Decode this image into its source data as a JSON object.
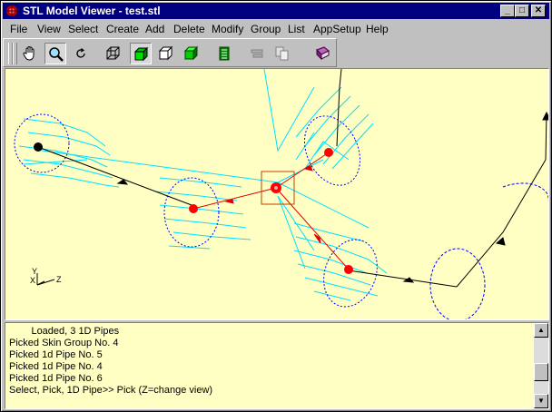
{
  "window": {
    "title": "STL Model Viewer - test.stl",
    "controls": {
      "minimize": "_",
      "maximize": "□",
      "close": "✕"
    }
  },
  "menu": [
    "File",
    "View",
    "Select",
    "Create",
    "Add",
    "Delete",
    "Modify",
    "Group",
    "List",
    "AppSetup",
    "Help"
  ],
  "toolbar": [
    {
      "icon": "hand-pan-icon",
      "pressed": false
    },
    {
      "icon": "zoom-magnifier-icon",
      "pressed": true
    },
    {
      "icon": "rotate-icon",
      "pressed": false
    },
    {
      "icon": "wireframe-cube-icon",
      "pressed": false
    },
    {
      "icon": "green-cube-outline-icon",
      "pressed": true
    },
    {
      "icon": "hidden-line-cube-icon",
      "pressed": false
    },
    {
      "icon": "shaded-cube-icon",
      "pressed": false
    },
    {
      "icon": "list-icon",
      "pressed": false
    },
    {
      "icon": "grey-pipe-icon",
      "pressed": false
    },
    {
      "icon": "copy-icon",
      "pressed": false
    },
    {
      "icon": "book-icon",
      "pressed": false
    }
  ],
  "viewport": {
    "axis_labels": {
      "y": "Y",
      "x": "X",
      "z": "Z"
    },
    "colors": {
      "background": "#ffffc4",
      "skin": "#00e0ff",
      "pipe_path": "#000000",
      "pipe_selected": "#ff0000",
      "nodes": "#0000ff"
    }
  },
  "console": {
    "lines": [
      "        Loaded, 3 1D Pipes",
      "Picked Skin Group No. 4",
      "Picked 1d Pipe No. 5",
      "Picked 1d Pipe No. 4",
      "Picked 1d Pipe No. 6",
      "Select, Pick, 1D Pipe>> Pick (Z=change view)"
    ]
  }
}
